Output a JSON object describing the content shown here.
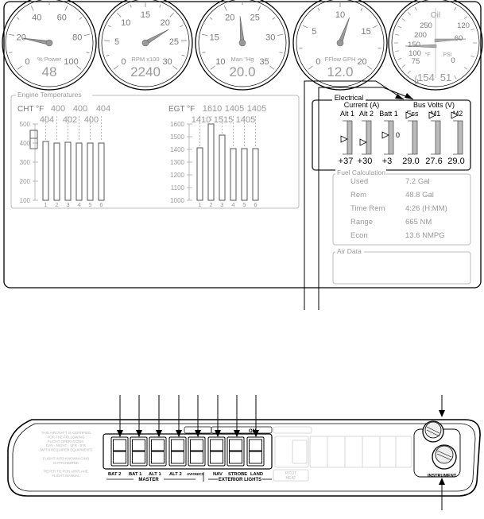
{
  "gauges": [
    {
      "label": "% Power",
      "value": "48",
      "ticks": [
        "0",
        "20",
        "40",
        "60",
        "80",
        "100"
      ]
    },
    {
      "label": "RPM x100",
      "value": "2240",
      "ticks": [
        "0",
        "5",
        "10",
        "15",
        "20",
        "25",
        "30"
      ]
    },
    {
      "label": "Man \"Hg",
      "value": "20.0",
      "ticks": [
        "10",
        "15",
        "20",
        "25",
        "30",
        "35"
      ]
    },
    {
      "label": "FFlow GPH",
      "value": "12.0",
      "ticks": [
        "0",
        "5",
        "10",
        "15",
        "20"
      ]
    }
  ],
  "oil_gauge": {
    "title": "Oil",
    "left_ticks": [
      "250",
      "200",
      "150",
      "100",
      "75",
      "0"
    ],
    "right_ticks": [
      "120",
      "60",
      "0"
    ],
    "left_unit": "°F",
    "right_unit": "PSI",
    "values": [
      "154",
      "51"
    ]
  },
  "engine_temps": {
    "title": "Engine Temperatures",
    "cht": {
      "label": "CHT °F",
      "top_values": [
        "400",
        "400",
        "404"
      ],
      "values": [
        "404",
        "402",
        "400"
      ],
      "scale": [
        "500",
        "400",
        "300",
        "200",
        "100"
      ],
      "cylinders": [
        "1",
        "2",
        "3",
        "4",
        "5",
        "6"
      ]
    },
    "egt": {
      "label": "EGT °F",
      "top_values": [
        "1610",
        "1405",
        "1405"
      ],
      "values": [
        "1410",
        "1515",
        "1405"
      ],
      "scale": [
        "1600",
        "1500",
        "1400",
        "1300",
        "1200",
        "1100",
        "1000"
      ],
      "cylinders": [
        "1",
        "2",
        "3",
        "4",
        "5",
        "6"
      ]
    }
  },
  "electrical": {
    "title": "Electrical",
    "current_label": "Current (A)",
    "volts_label": "Bus Volts (V)",
    "channels": [
      {
        "label": "Alt 1",
        "value": "+37"
      },
      {
        "label": "Alt 2",
        "value": "+30"
      },
      {
        "label": "Batt 1",
        "value": "+3"
      },
      {
        "label": "Ess",
        "value": "29.0"
      },
      {
        "label": "M1",
        "value": "27.6"
      },
      {
        "label": "M2",
        "value": "29.0"
      }
    ],
    "zero": "0"
  },
  "fuel_calc": {
    "title": "Fuel Calculation",
    "rows": [
      {
        "label": "Used",
        "value": "7.2 Gal"
      },
      {
        "label": "Rem",
        "value": "48.8 Gal"
      },
      {
        "label": "Time Rem",
        "value": "4:26 (H:MM)"
      },
      {
        "label": "Range",
        "value": "665 NM"
      },
      {
        "label": "Econ",
        "value": "13.6 NMPG"
      }
    ]
  },
  "air_data": {
    "title": "Air Data"
  },
  "panel": {
    "placard": [
      "THIS AIRCRAFT IS CERTIFIED",
      "FOR THE FOLLOWING",
      "FLIGHT OPERATIONS:",
      "DAY - NIGHT - VFR - IFR",
      "(WITH REQUIRED EQUIPMENT)",
      "",
      "FLIGHT INTO KNOWN ICING",
      "IS PROHIBITED",
      "",
      "REFER TO POH AIRPLANE",
      "FLIGHT MANUAL"
    ],
    "switch_labels": [
      "BAT 2",
      "BAT 1",
      "ALT 1",
      "ALT 2",
      "AVIONICS",
      "NAV",
      "STROBE",
      "LAND"
    ],
    "master_label": "MASTER",
    "exterior_label": "EXTERIOR LIGHTS",
    "pitot_label": [
      "PITOT",
      "HEAT"
    ],
    "on_label": "ON",
    "instrument_label": "INSTRUMENT"
  }
}
